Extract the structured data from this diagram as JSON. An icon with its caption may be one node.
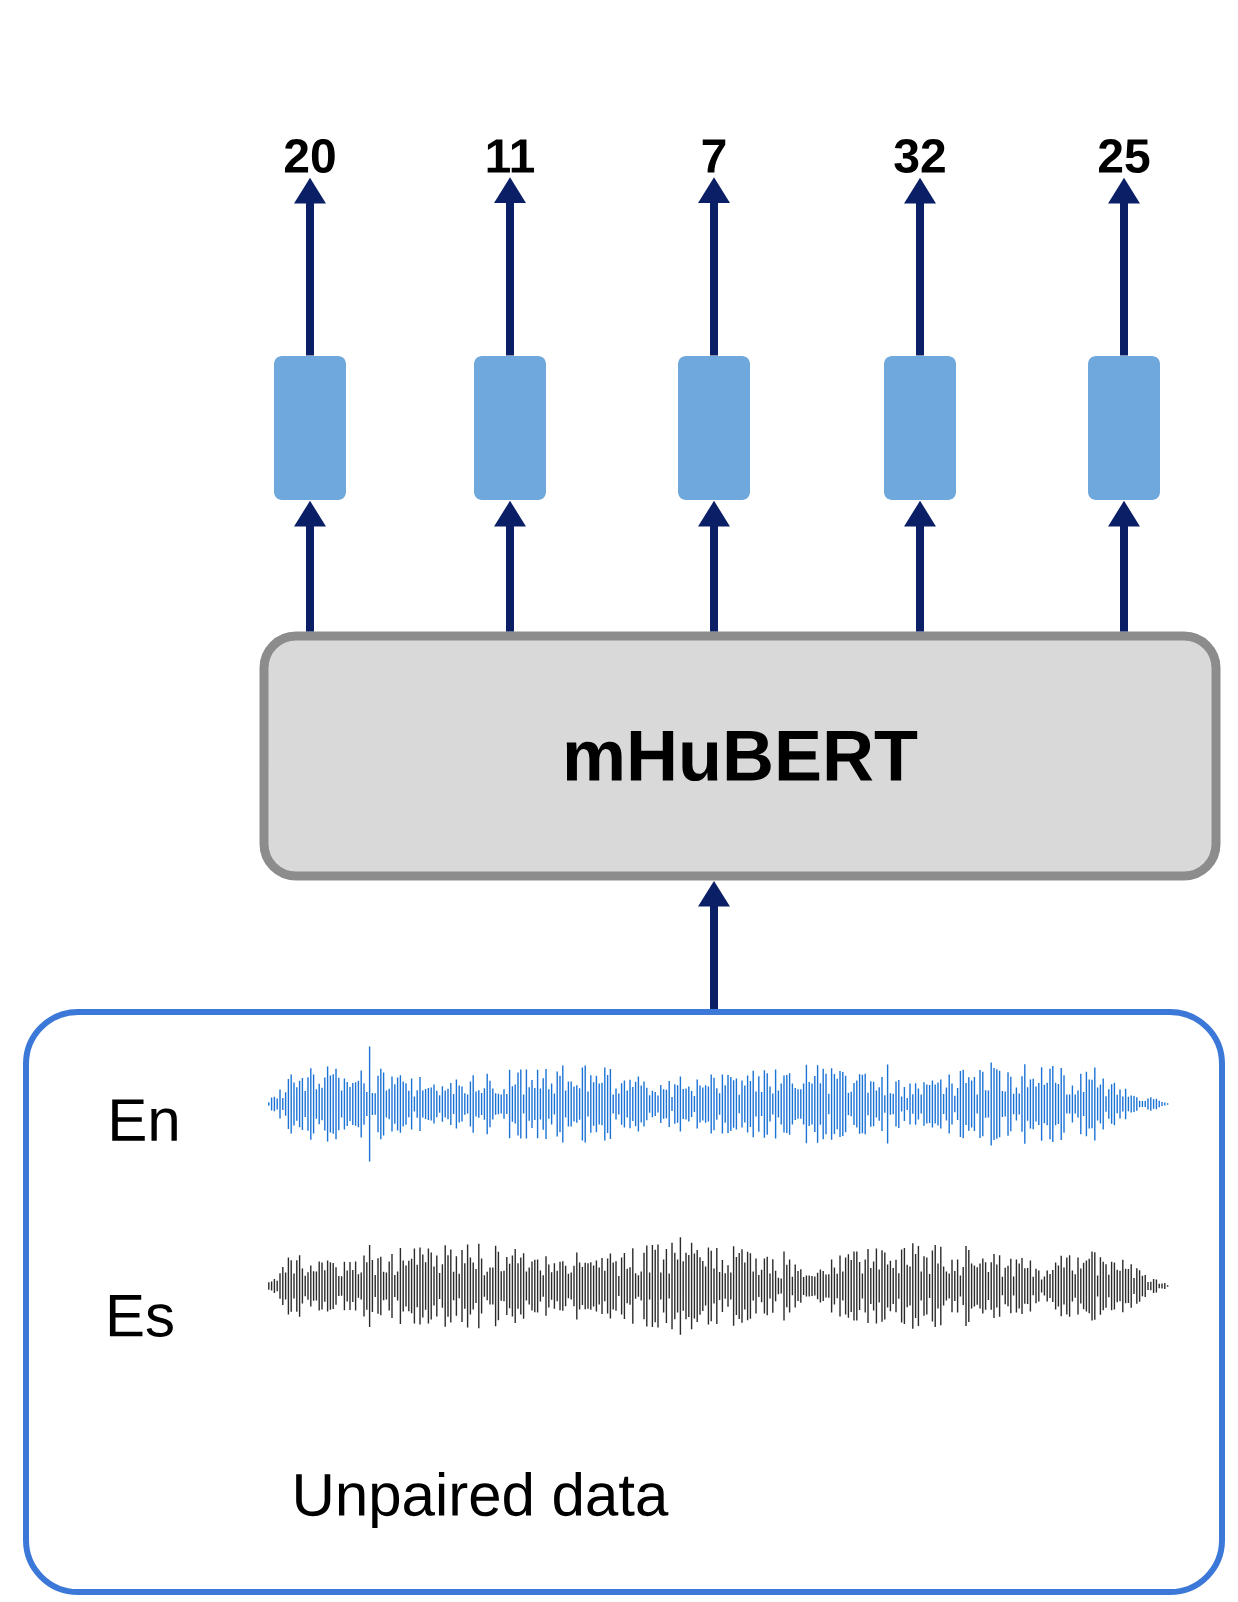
{
  "diagram": {
    "nodes": [
      {
        "text": [
          "20"
        ]
      },
      {
        "text": [
          "11"
        ]
      },
      {
        "text": [
          "7"
        ]
      },
      {
        "text": [
          "32"
        ]
      },
      {
        "text": [
          "25"
        ]
      },
      {
        "text": [],
        "shape": "box"
      },
      {
        "text": [],
        "shape": "box"
      },
      {
        "text": [],
        "shape": "box"
      },
      {
        "text": [],
        "shape": "box"
      },
      {
        "text": [],
        "shape": "box"
      },
      {
        "text": [
          "mHuBERT"
        ]
      },
      {
        "text": [
          "Unpaired data"
        ]
      }
    ],
    "edges": [
      {
        "from": 11,
        "to": 10,
        "arrow": "to"
      },
      {
        "from": 10,
        "to": 5,
        "arrow": "to"
      },
      {
        "from": 10,
        "to": 6,
        "arrow": "to"
      },
      {
        "from": 10,
        "to": 7,
        "arrow": "to"
      },
      {
        "from": 10,
        "to": 8,
        "arrow": "to"
      },
      {
        "from": 10,
        "to": 9,
        "arrow": "to"
      },
      {
        "from": 5,
        "to": 0,
        "arrow": "to"
      },
      {
        "from": 6,
        "to": 1,
        "arrow": "to"
      },
      {
        "from": 7,
        "to": 2,
        "arrow": "to"
      },
      {
        "from": 8,
        "to": 3,
        "arrow": "to"
      },
      {
        "from": 9,
        "to": 4,
        "arrow": "to"
      }
    ],
    "labels": [
      "En",
      "Es"
    ]
  }
}
